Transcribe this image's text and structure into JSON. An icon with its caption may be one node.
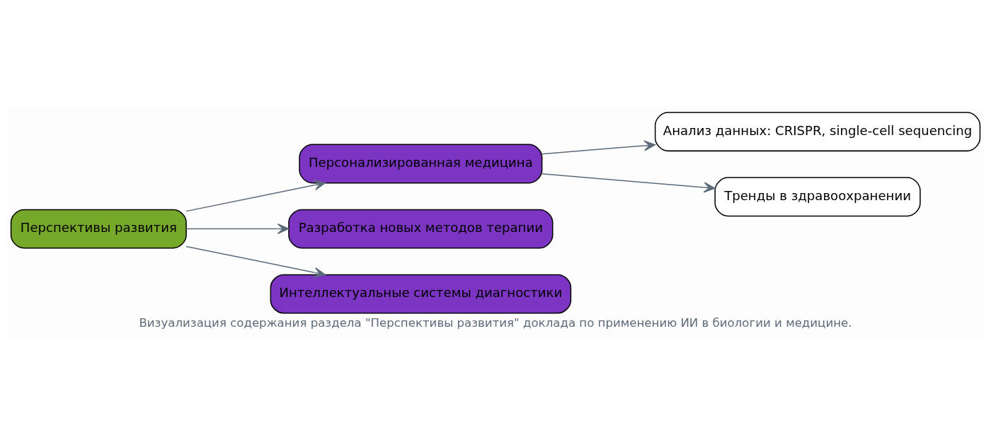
{
  "diagram": {
    "caption": "Визуализация содержания раздела \"Перспективы развития\" доклада по применению ИИ в биологии и медицине.",
    "nodes": [
      {
        "text": [
          "Перспективы развития"
        ]
      },
      {
        "text": [
          "Персонализированная медицина"
        ]
      },
      {
        "text": [
          "Разработка новых методов терапии"
        ]
      },
      {
        "text": [
          "Интеллектуальные системы диагностики"
        ]
      },
      {
        "text": [
          "Анализ данных: CRISPR, single-cell sequencing"
        ]
      },
      {
        "text": [
          "Тренды в здравоохранении"
        ]
      }
    ],
    "edges": [
      {
        "from": 0,
        "to": 1,
        "arrow": "to"
      },
      {
        "from": 0,
        "to": 2,
        "arrow": "to"
      },
      {
        "from": 0,
        "to": 3,
        "arrow": "to"
      },
      {
        "from": 1,
        "to": 4,
        "arrow": "to"
      },
      {
        "from": 1,
        "to": 5,
        "arrow": "to"
      }
    ]
  }
}
